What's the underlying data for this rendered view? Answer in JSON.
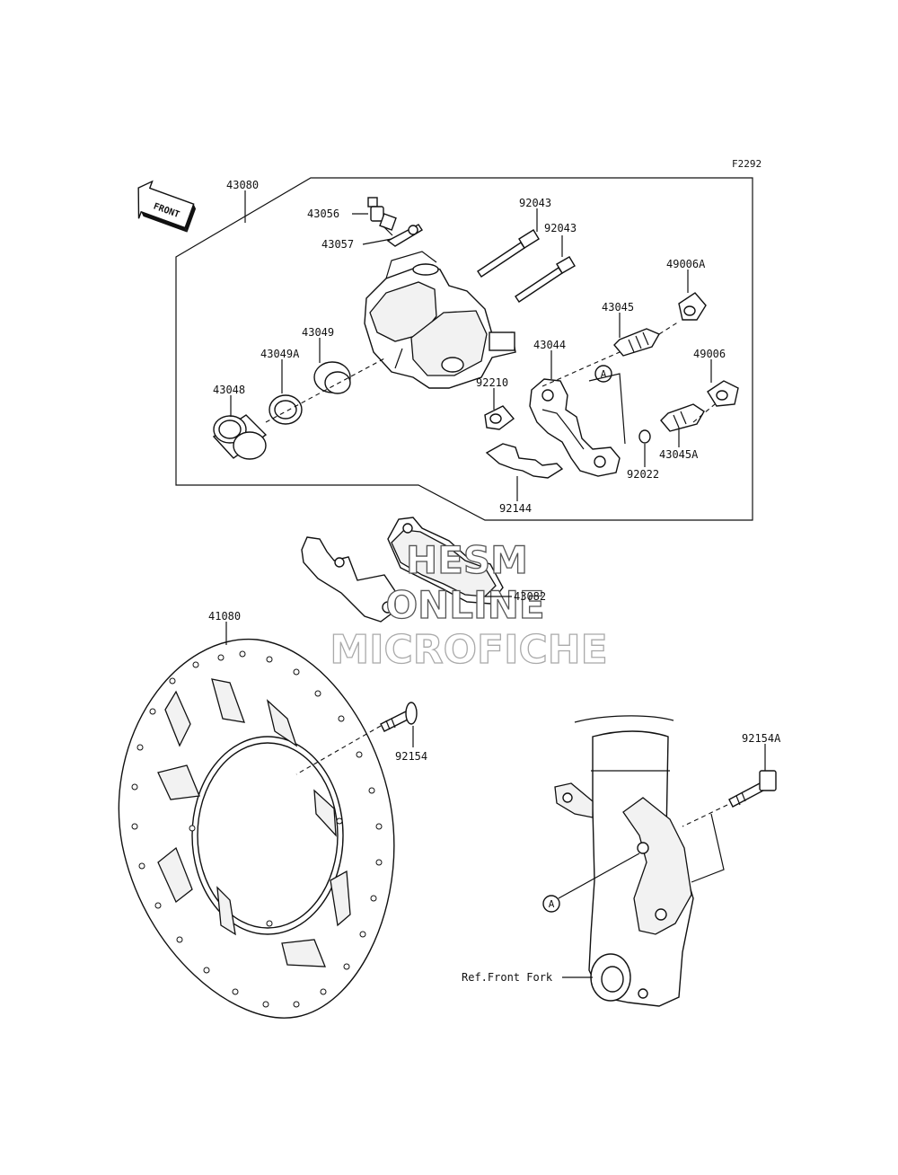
{
  "figure_code": "F2292",
  "direction_label": "FRONT",
  "callout_label": "A",
  "reference_label": "Ref.Front Fork",
  "watermark": {
    "line1": "HESM",
    "line2": "ONLINE",
    "line3": "MICROFICHE"
  },
  "parts": {
    "p43080": "43080",
    "p43056": "43056",
    "p43057": "43057",
    "p92043a": "92043",
    "p92043b": "92043",
    "p49006a": "49006A",
    "p43045": "43045",
    "p43044": "43044",
    "p49006": "49006",
    "p43049": "43049",
    "p43049a": "43049A",
    "p43048": "43048",
    "p92210": "92210",
    "p43045a": "43045A",
    "p92022": "92022",
    "p92144": "92144",
    "p43082": "43082",
    "p41080": "41080",
    "p92154": "92154",
    "p92154a": "92154A"
  }
}
